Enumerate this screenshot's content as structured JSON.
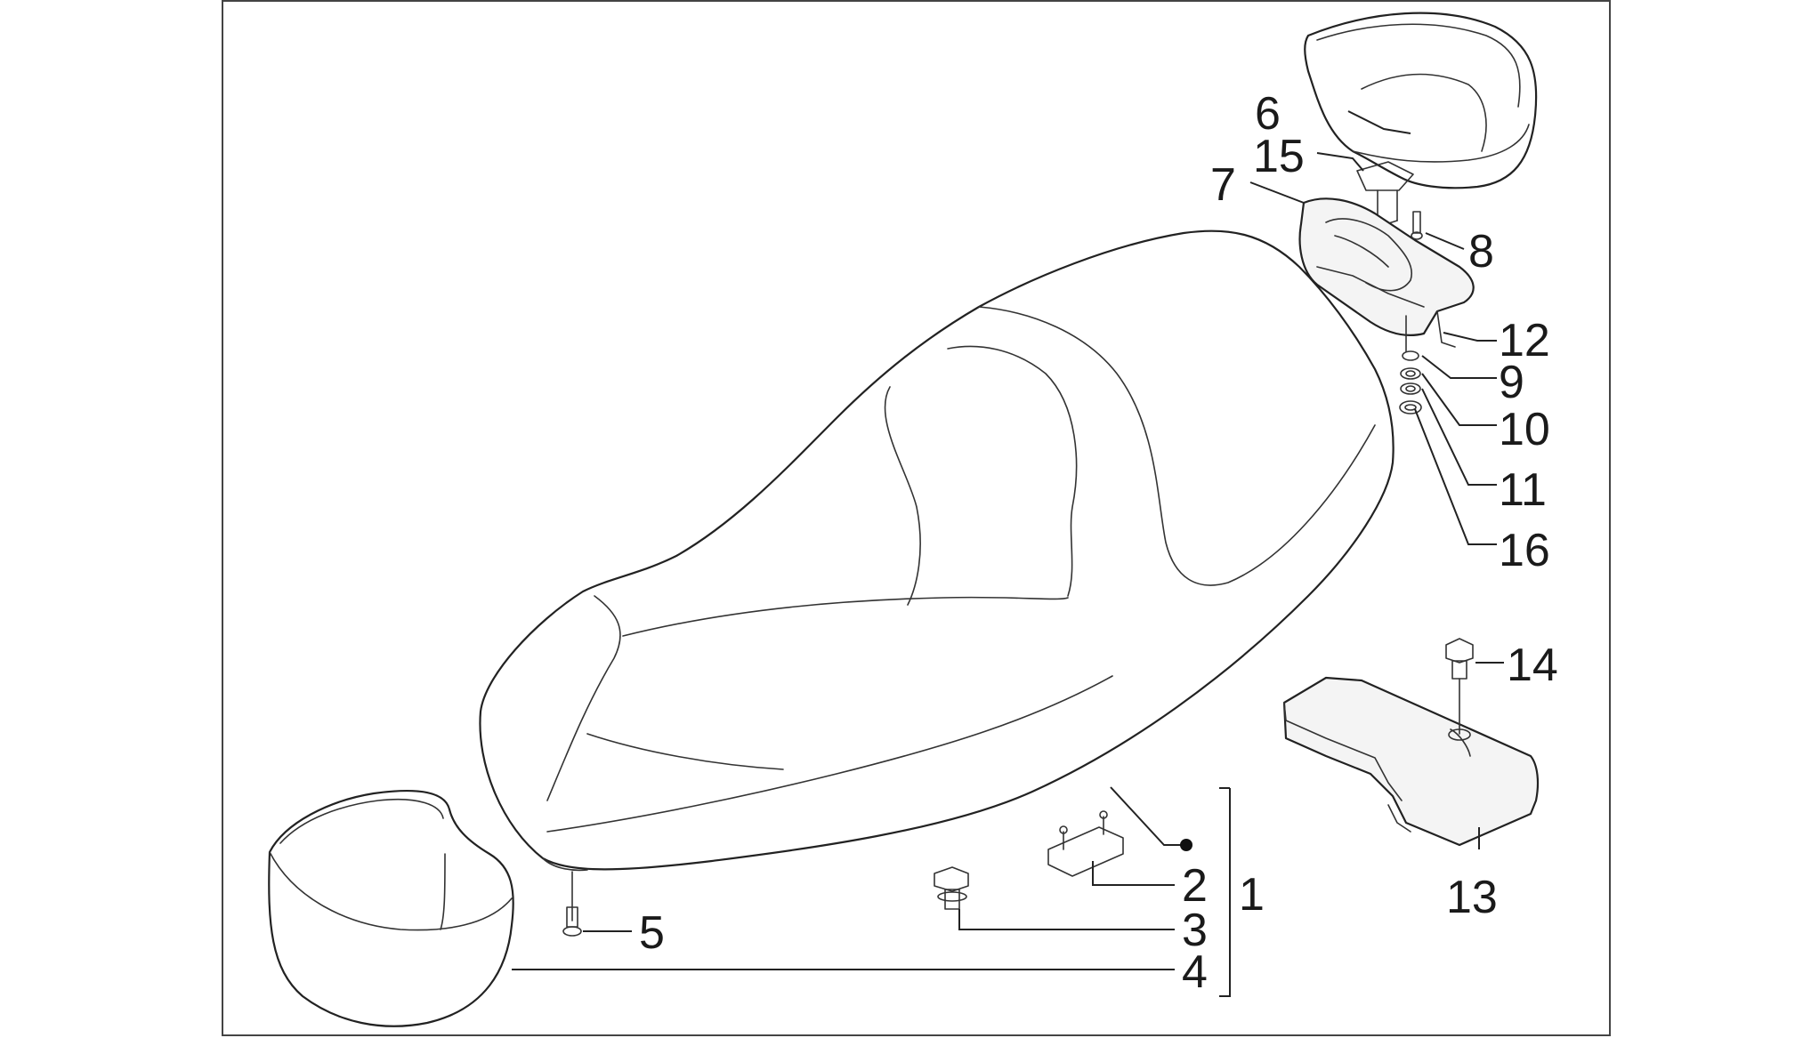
{
  "callouts": [
    {
      "id": "label-1",
      "text": "1"
    },
    {
      "id": "label-2",
      "text": "2"
    },
    {
      "id": "label-3",
      "text": "3"
    },
    {
      "id": "label-4",
      "text": "4"
    },
    {
      "id": "label-5",
      "text": "5"
    },
    {
      "id": "label-6",
      "text": "6"
    },
    {
      "id": "label-7",
      "text": "7"
    },
    {
      "id": "label-8",
      "text": "8"
    },
    {
      "id": "label-9",
      "text": "9"
    },
    {
      "id": "label-10",
      "text": "10"
    },
    {
      "id": "label-11",
      "text": "11"
    },
    {
      "id": "label-12",
      "text": "12"
    },
    {
      "id": "label-13",
      "text": "13"
    },
    {
      "id": "label-14",
      "text": "14"
    },
    {
      "id": "label-15",
      "text": "15"
    },
    {
      "id": "label-16",
      "text": "16"
    }
  ],
  "colors": {
    "line": "#222222",
    "background": "#ffffff",
    "frame": "#444444"
  }
}
